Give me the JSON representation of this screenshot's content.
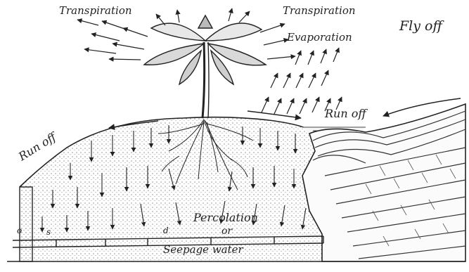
{
  "diagram": {
    "labels": {
      "transpiration_left": "Transpiration",
      "transpiration_right": "Transpiration",
      "fly_off": "Fly off",
      "evaporation": "Evaporation",
      "run_off_right": "Run off",
      "run_off_left": "Run off",
      "percolation": "Percolation",
      "or": "or",
      "seepage_water": "Seepage water",
      "pipe_mark_o": "o",
      "pipe_mark_s": "s",
      "pipe_mark_d": "d"
    }
  }
}
